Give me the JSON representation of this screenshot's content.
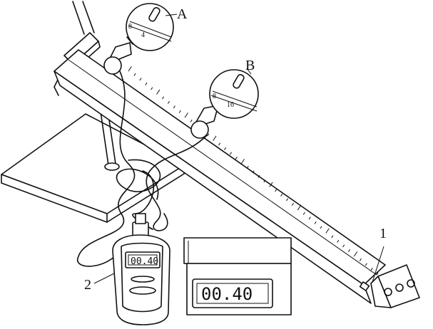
{
  "labels": {
    "sensor_a": "A",
    "sensor_b": "B",
    "part_1": "1",
    "part_2": "2"
  },
  "ruler_marks": {
    "a": "4",
    "b": "16"
  },
  "displays": {
    "handheld": "00.40",
    "desk": "00.40"
  }
}
